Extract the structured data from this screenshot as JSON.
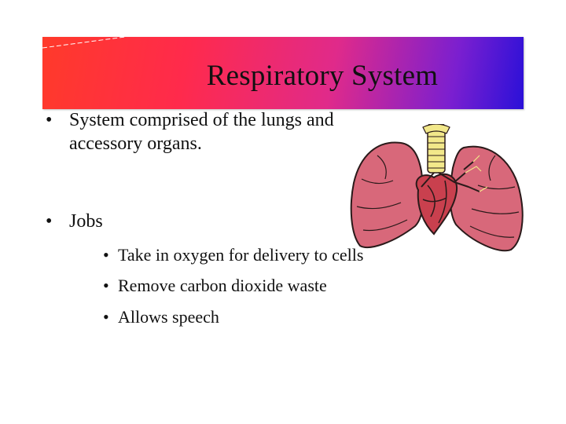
{
  "slide": {
    "title": "Respiratory System",
    "bullets": [
      {
        "marker": "•",
        "line1": "System comprised of the lungs and",
        "line2": "accessory organs."
      },
      {
        "marker": "•",
        "line1": "Jobs"
      }
    ],
    "sub_bullets": [
      {
        "marker": "•",
        "text": "Take in oxygen for delivery to cells"
      },
      {
        "marker": "•",
        "text": "Remove carbon dioxide waste"
      },
      {
        "marker": "•",
        "text": "Allows speech"
      }
    ],
    "illustration": "lungs-clipart-icon",
    "colors": {
      "title_gradient_start": "#ff3a2a",
      "title_gradient_mid": "#e02a8a",
      "title_gradient_end": "#2a10d8",
      "lung_fill": "#d8687a",
      "trachea_fill": "#f2e88a"
    }
  }
}
